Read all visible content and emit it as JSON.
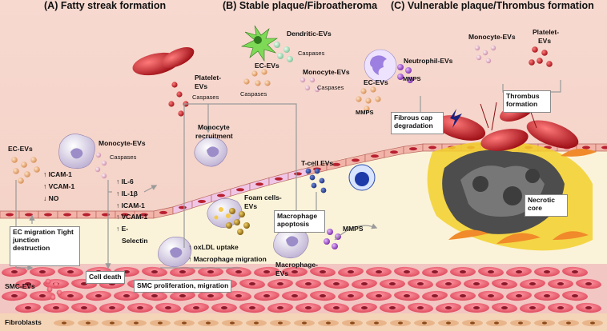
{
  "headers": {
    "a": "(A) Fatty streak formation",
    "b": "(B) Stable plaque/Fibroatheroma",
    "c": "(C) Vulnerable plaque/Thrombus formation"
  },
  "labels": {
    "ec_evs_a": "EC-EVs",
    "monocyte_evs_a": "Monocyte-EVs",
    "caspases_a": "Caspases",
    "icam1_up": "ICAM-1",
    "vcam1_up": "VCAM-1",
    "no_down": "NO",
    "il6": "IL-6",
    "il1b": "IL-1β",
    "icam1_down": "ICAM-1",
    "vcam1_down": "VCAM-1",
    "e_selectin_1": "E-",
    "e_selectin_2": "Selectin",
    "platelet_evs_1": "Platelet-",
    "platelet_evs_2": "EVs",
    "caspases_platelet": "Caspases",
    "monocyte_recruitment_1": "Monocyte",
    "monocyte_recruitment_2": "recruitment",
    "dendritic_evs": "Dendritic-EVs",
    "caspases_dendritic": "Caspases",
    "ec_evs_b": "EC-EVs",
    "caspases_ec_b": "Caspases",
    "monocyte_evs_b": "Monocyte-EVs",
    "caspases_monocyte_b": "Caspases",
    "foam_cells_1": "Foam cells-",
    "foam_cells_2": "EVs",
    "tcell_evs": "T-cell EVs",
    "mmps_b": "MMPS",
    "macrophage_evs_1": "Macrophage-",
    "macrophage_evs_2": "EVs",
    "oxldl_uptake": "oxLDL uptake",
    "macrophage_migration": "Macrophage migration",
    "smc_evs": "SMC-EVs",
    "fibroblasts": "Fibroblasts",
    "neutrophil_evs": "Neutrophil-EVs",
    "mmps_c1": "MMPS",
    "ec_evs_c": "EC-EVs",
    "mmps_c2": "MMPS",
    "monocyte_evs_c": "Monocyte-EVs",
    "platelet_evs_c1": "Platelet-",
    "platelet_evs_c2": "EVs"
  },
  "boxes": {
    "ec_migration": "EC migration Tight junction destruction",
    "cell_death": "Cell death",
    "smc_prolif": "SMC proliferation, migration",
    "macrophage_apoptosis": "Macrophage apoptosis",
    "fibrous_cap": "Fibrous cap degradation",
    "thrombus": "Thrombus formation",
    "necrotic_core": "Necrotic core"
  },
  "arrows": {
    "up": "↑",
    "down": "↓"
  },
  "colors": {
    "lumen": "#f7dcd2",
    "plaque": "#fbf3d9",
    "endothelium": "#e9b9ae",
    "smc": "#e85f6a",
    "platelet": "#b8141c",
    "necrotic": "#5a5a5a",
    "lipid": "#f2cf2a"
  }
}
